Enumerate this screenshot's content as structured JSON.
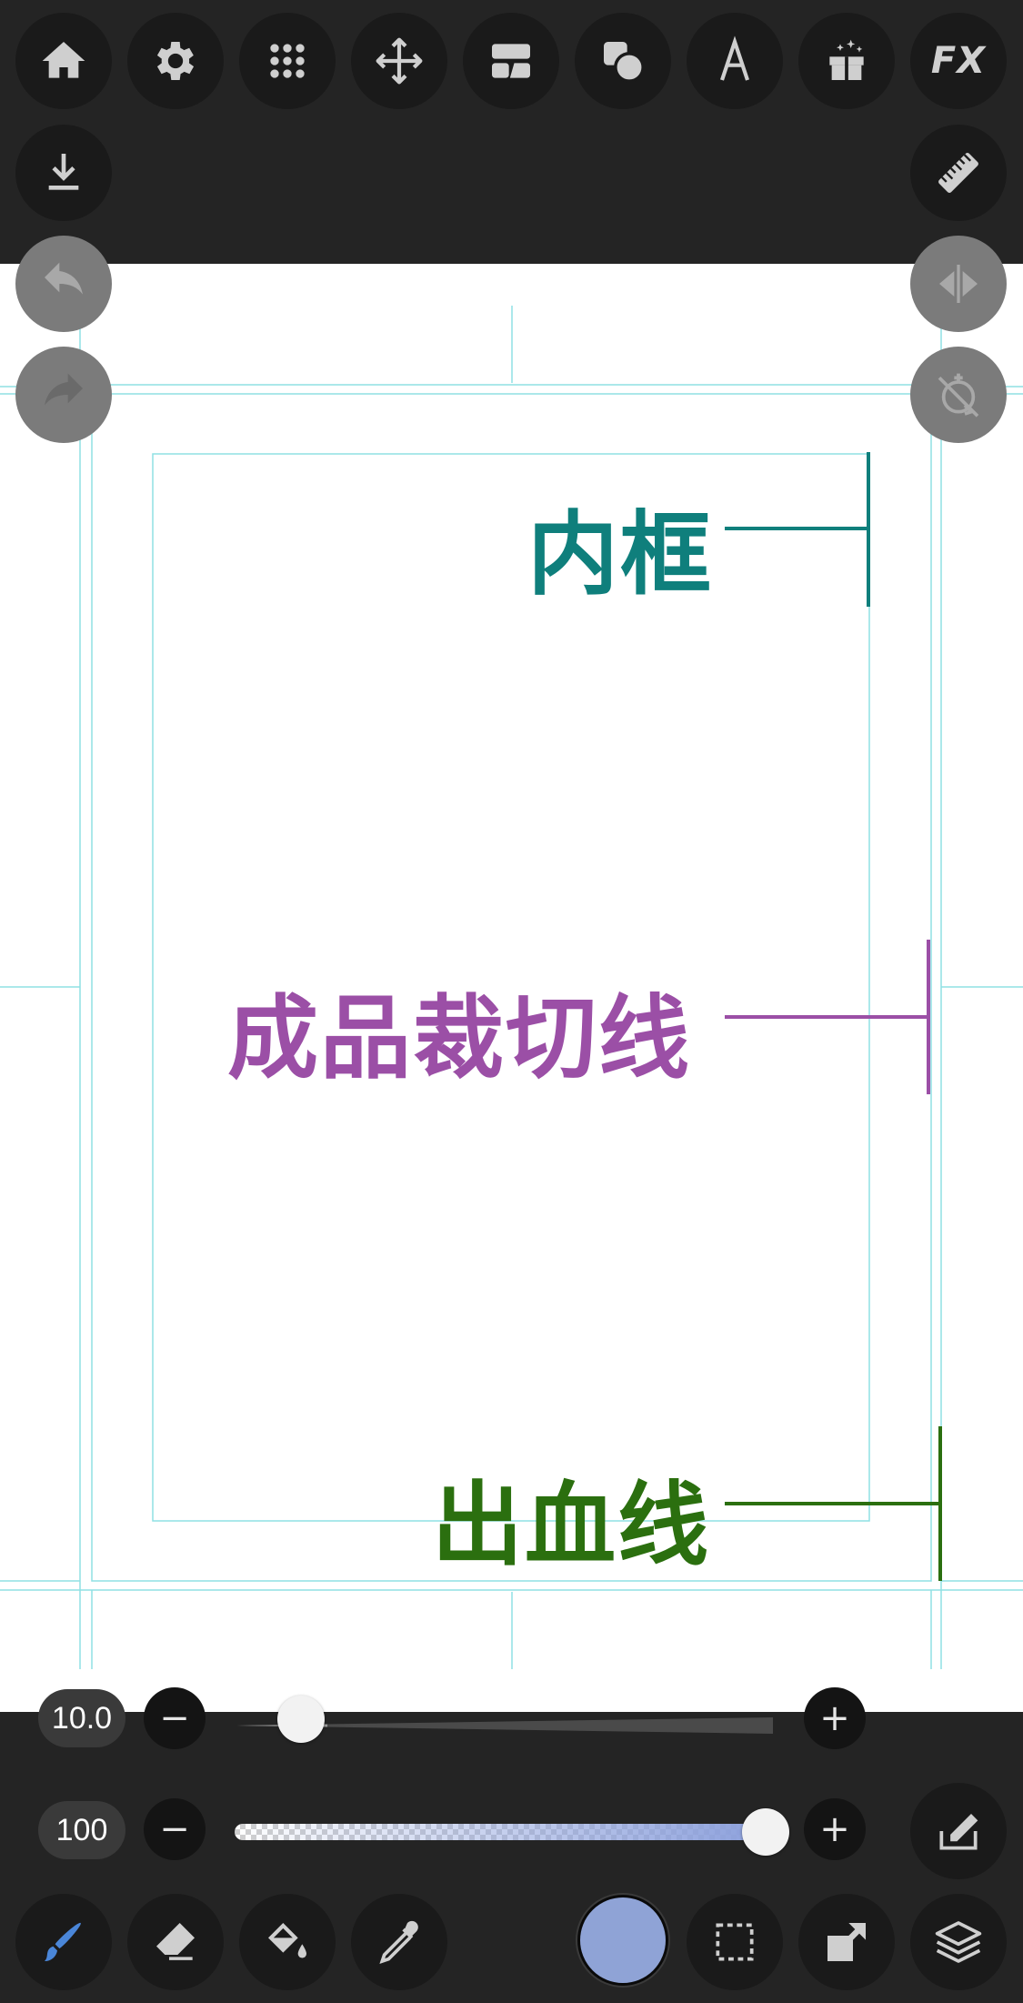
{
  "toolbar": {
    "top_icons": [
      "home-icon",
      "settings-icon",
      "grid-menu-icon",
      "move-icon",
      "layout-icon",
      "shapes-icon",
      "text-icon",
      "gift-icon",
      "fx-icon",
      "download-icon",
      "ruler-icon"
    ],
    "fx_label": "FX"
  },
  "canvas": {
    "labels": {
      "inner_frame": "内框",
      "trim_line": "成品裁切线",
      "bleed_line": "出血线"
    },
    "colors": {
      "inner_frame": "#0f7f7c",
      "trim_line": "#9b4fa6",
      "bleed_line": "#2b6f0f",
      "guide": "#8fe0e4"
    },
    "side_icons": [
      "undo-icon",
      "redo-icon",
      "mirror-icon",
      "rotate-lock-icon"
    ]
  },
  "brush": {
    "size_value": "10.0",
    "opacity_value": "100",
    "minus_label": "−",
    "plus_label": "+",
    "size_level": 0.12,
    "opacity_level": 1.0,
    "color": "#8fa3d6"
  },
  "tools": {
    "icons": [
      "brush-icon",
      "eraser-icon",
      "fill-bucket-icon",
      "eyedropper-icon",
      "selection-icon",
      "transform-icon",
      "layers-icon",
      "edit-layer-icon"
    ]
  }
}
